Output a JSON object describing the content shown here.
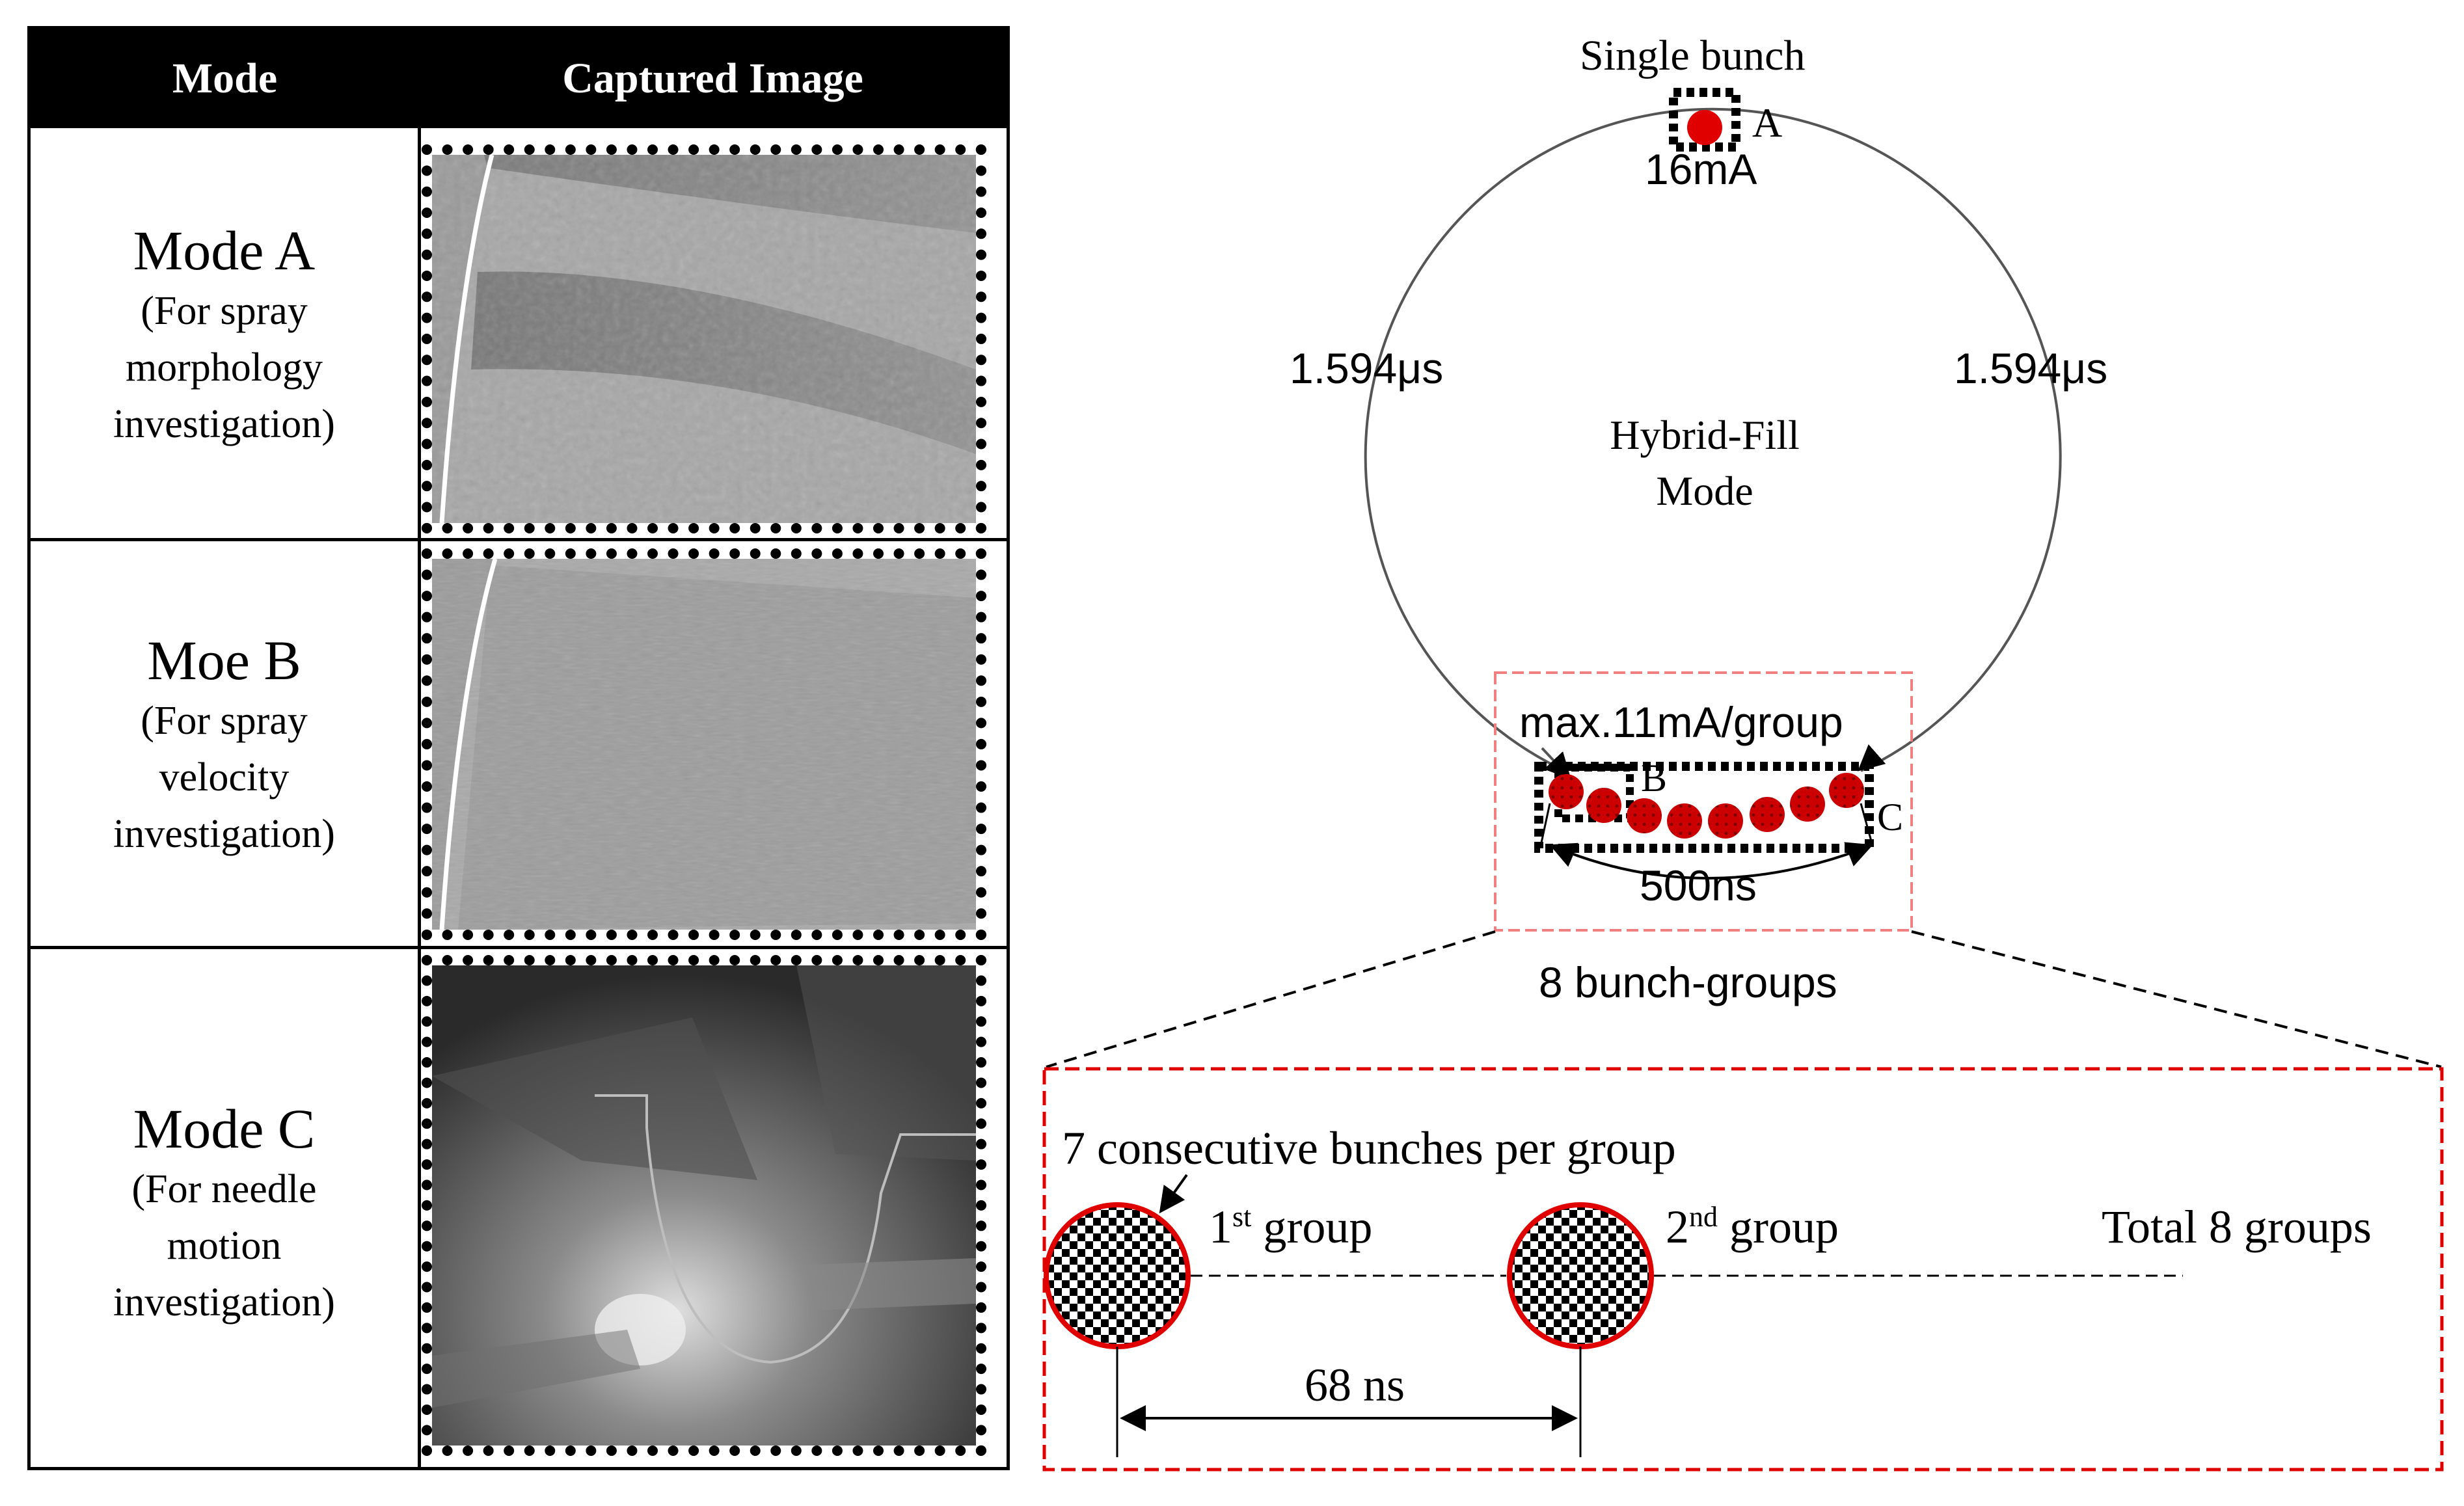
{
  "table": {
    "headers": {
      "mode": "Mode",
      "image": "Captured  Image"
    },
    "rows": [
      {
        "name": "Mode A",
        "description": "(For spray\nmorphology\ninvestigation)"
      },
      {
        "name": "Moe B",
        "description": "(For spray\nvelocity\ninvestigation)"
      },
      {
        "name": "Mode C",
        "description": "(For needle\nmotion\ninvestigation)"
      }
    ]
  },
  "diagram": {
    "single_bunch_label": "Single bunch",
    "marker_a": "A",
    "current_a": "16mA",
    "left_time": "1.594μs",
    "right_time": "1.594μs",
    "center_label_line1": "Hybrid-Fill",
    "center_label_line2": "Mode",
    "group_max": "max.11mA/group",
    "marker_b": "B",
    "marker_c": "C",
    "span_label": "500ns",
    "groups_label": "8 bunch-groups",
    "bunch_fill_color": "#cc0000",
    "box_border_color": "#f08080"
  },
  "inset": {
    "consecutive_label": "7 consecutive bunches per group",
    "first_group_num": "1",
    "first_group_sup": "st",
    "first_group_word": " group",
    "second_group_num": "2",
    "second_group_sup": "nd",
    "second_group_word": " group",
    "total_label": "Total 8 groups",
    "spacing_label": "68 ns"
  }
}
